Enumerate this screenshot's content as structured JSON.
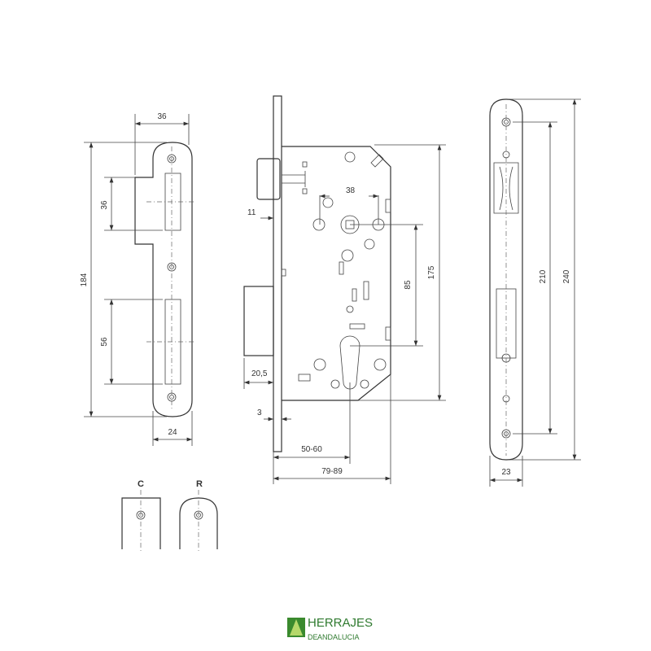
{
  "dimensions": {
    "strike_width": "36",
    "latch_height": "36",
    "strike_height": "184",
    "bolt_height": "56",
    "strike_inner_width": "24",
    "latch_offset": "11",
    "spindle_spacing": "38",
    "center_distance": "85",
    "case_height": "175",
    "bolt_offset": "20,5",
    "faceplate_thickness": "3",
    "backset": "50-60",
    "case_depth": "79-89",
    "screw_spacing": "210",
    "faceplate_height": "240",
    "faceplate_width": "23"
  },
  "variants": {
    "square": "C",
    "round": "R"
  },
  "logo": {
    "brand": "HERRAJES",
    "prefix": "DE",
    "region": "ANDALUCIA",
    "color": "#3a8a2e"
  }
}
